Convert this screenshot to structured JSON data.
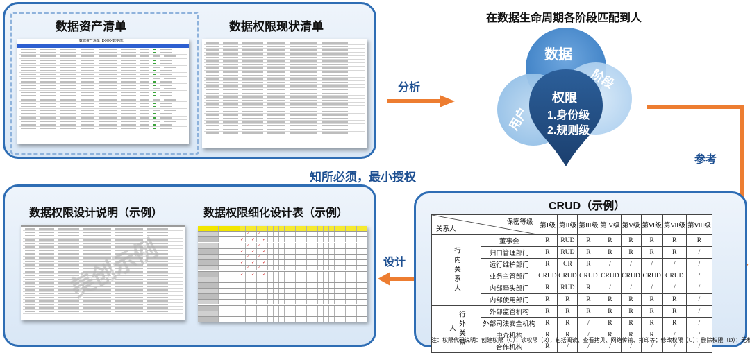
{
  "top_left": {
    "asset_title": "数据资产清单",
    "status_title": "数据权限现状清单",
    "asset_doc_header": "数据资产清单【XXXX数据库】"
  },
  "flow": {
    "analyze": "分析",
    "reference": "参考",
    "principle": "知所必须，最小授权",
    "design": "设计"
  },
  "lifecycle": {
    "title": "在数据生命周期各阶段匹配到人",
    "data": "数据",
    "stage": "阶段",
    "user": "用户",
    "perm_title": "权限",
    "perm_l1": "1.身份级",
    "perm_l2": "2.规则级"
  },
  "bottom_left": {
    "desc_title": "数据权限设计说明（示例）",
    "detail_title": "数据权限细化设计表（示例）",
    "watermark": "美创示例"
  },
  "crud": {
    "title": "CRUD（示例）",
    "corner_top": "保密等级",
    "corner_bottom": "关系人",
    "levels": [
      "第Ⅰ级",
      "第Ⅱ级",
      "第Ⅲ级",
      "第Ⅳ级",
      "第Ⅴ级",
      "第Ⅵ级",
      "第Ⅶ级",
      "第Ⅷ级"
    ],
    "group_inner": "行内关系人",
    "group_outer": "行外关系人",
    "rows": [
      {
        "name": "董事会",
        "cells": [
          "R",
          "RUD",
          "R",
          "R",
          "R",
          "R",
          "R",
          "R"
        ]
      },
      {
        "name": "归口管理部门",
        "cells": [
          "R",
          "RUD",
          "R",
          "R",
          "R",
          "R",
          "R",
          "/"
        ]
      },
      {
        "name": "运行维护部门",
        "cells": [
          "R",
          "CR",
          "R",
          "/",
          "/",
          "/",
          "/",
          "/"
        ]
      },
      {
        "name": "业务主管部门",
        "cells": [
          "CRUD",
          "CRUD",
          "CRUD",
          "CRUD",
          "CRUD",
          "CRUD",
          "CRUD",
          "/"
        ]
      },
      {
        "name": "内部牵头部门",
        "cells": [
          "R",
          "RUD",
          "R",
          "/",
          "/",
          "/",
          "/",
          "/"
        ]
      },
      {
        "name": "内部使用部门",
        "cells": [
          "R",
          "R",
          "R",
          "R",
          "R",
          "R",
          "R",
          "/"
        ]
      },
      {
        "name": "外部监管机构",
        "cells": [
          "R",
          "R",
          "R",
          "R",
          "R",
          "R",
          "R",
          "/"
        ]
      },
      {
        "name": "外部司法安全机构",
        "cells": [
          "R",
          "R",
          "/",
          "R",
          "R",
          "R",
          "R",
          "/"
        ]
      },
      {
        "name": "中介机构",
        "cells": [
          "R",
          "R",
          "/",
          "R",
          "R",
          "R",
          "/",
          "/"
        ]
      },
      {
        "name": "合作机构",
        "cells": [
          "R",
          "/",
          "/",
          "/",
          "/",
          "/",
          "/",
          "/"
        ]
      }
    ],
    "note": "注：权限代码说明：创建权限（C）；读权限（R），包括阅读、查看拷贝、网络传输、打印等；修改权限（U）；删除权限（D）；无权限（/）。"
  },
  "colors": {
    "panel_border": "#2e6db4",
    "arrow": "#ed7d31",
    "accent_text": "#1d4f91"
  }
}
